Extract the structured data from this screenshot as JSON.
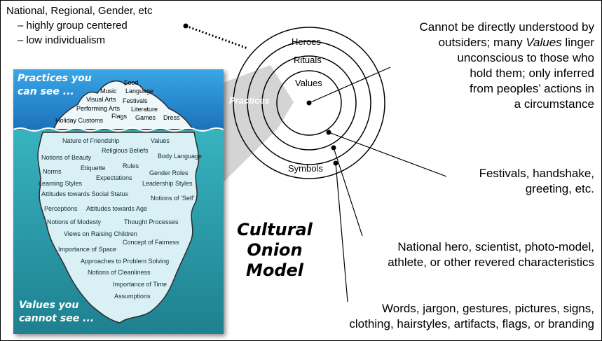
{
  "top_left": {
    "title": "National, Regional, Gender, etc",
    "bullets": [
      "–  highly group centered",
      "–  low individualism"
    ]
  },
  "onion": {
    "layers": [
      "Heroes",
      "Rituals",
      "Values",
      "Symbols"
    ],
    "practices_label": "Practices"
  },
  "annotations": {
    "values_desc": [
      "Cannot be directly understood by",
      "outsiders; many Values linger",
      "unconscious to those who",
      "hold them; only inferred",
      "from peoples’ actions in",
      "a circumstance"
    ],
    "values_italic_word": "Values",
    "rituals_desc": [
      "Festivals, handshake,",
      "greeting, etc."
    ],
    "heroes_desc": [
      "National hero, scientist, photo-model,",
      "athlete, or other revered characteristics"
    ],
    "symbols_desc": [
      "Words, jargon, gestures, pictures, signs,",
      "clothing, hairstyles, artifacts, flags, or branding"
    ]
  },
  "title": [
    "Cultural",
    "Onion",
    "Model"
  ],
  "iceberg": {
    "top_heading": [
      "Practices you",
      "can see ..."
    ],
    "bottom_heading": [
      "Values you",
      "cannot see ..."
    ],
    "above_water": [
      "Food",
      "Music",
      "Language",
      "Visual Arts",
      "Festivals",
      "Performing Arts",
      "Literature",
      "Flags",
      "Games",
      "Dress",
      "Holiday Customs"
    ],
    "below_water": [
      "Nature of Friendship",
      "Values",
      "Religious Beliefs",
      "Notions of Beauty",
      "Body Language",
      "Norms",
      "Etiquette",
      "Rules",
      "Expectations",
      "Gender Roles",
      "Learning Styles",
      "Leadership Styles",
      "Attitudes towards Social Status",
      "Notions of ‘Self’",
      "Perceptions",
      "Attitudes towards Age",
      "Notions of Modesty",
      "Thought Processes",
      "Views on Raising Children",
      "Concept of Fairness",
      "Importance of Space",
      "Approaches to Problem Solving",
      "Notions of Cleanliness",
      "Importance of Time",
      "Assumptions"
    ]
  },
  "colors": {
    "sky_top": "#2e9be0",
    "sky_bottom": "#1a6fb8",
    "water": "#2a9aa8",
    "water_deep": "#1f7f8e",
    "ice": "#d9f0f4",
    "ice_edge": "#2b2b2b",
    "wedge": "#d4d4d4"
  }
}
